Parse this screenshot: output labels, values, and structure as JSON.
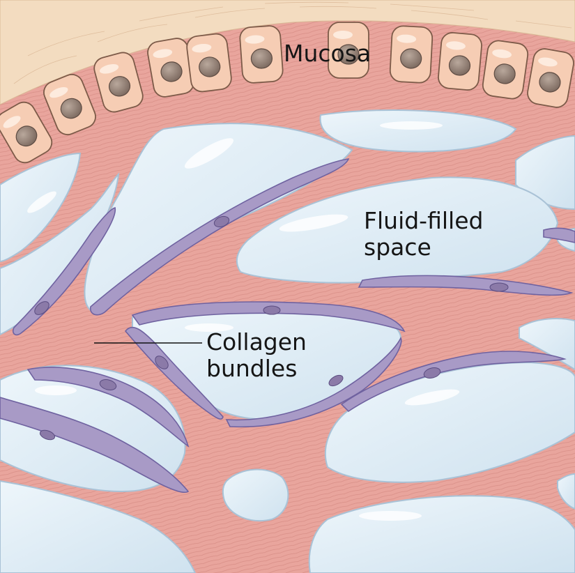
{
  "labels": {
    "mucosa": "Mucosa",
    "fluid_line1": "Fluid-filled",
    "fluid_line2": "space",
    "collagen_line1": "Collagen",
    "collagen_line2": "bundles"
  },
  "colors": {
    "collagen": "#e9a59d",
    "collagen_fiber": "#c87a72",
    "fluid": "#dcebf5",
    "fluid_edge": "#a9c2d6",
    "fibroblast": "#a89ac6",
    "fibroblast_edge": "#6f62a0",
    "mucosa_cell": "#f6cdb4",
    "nucleus": "#8f7d72",
    "surface": "#f3dcc0"
  },
  "icons": [
    "mucosa-cell-icon",
    "fibroblast-cell-icon",
    "leader-line"
  ]
}
